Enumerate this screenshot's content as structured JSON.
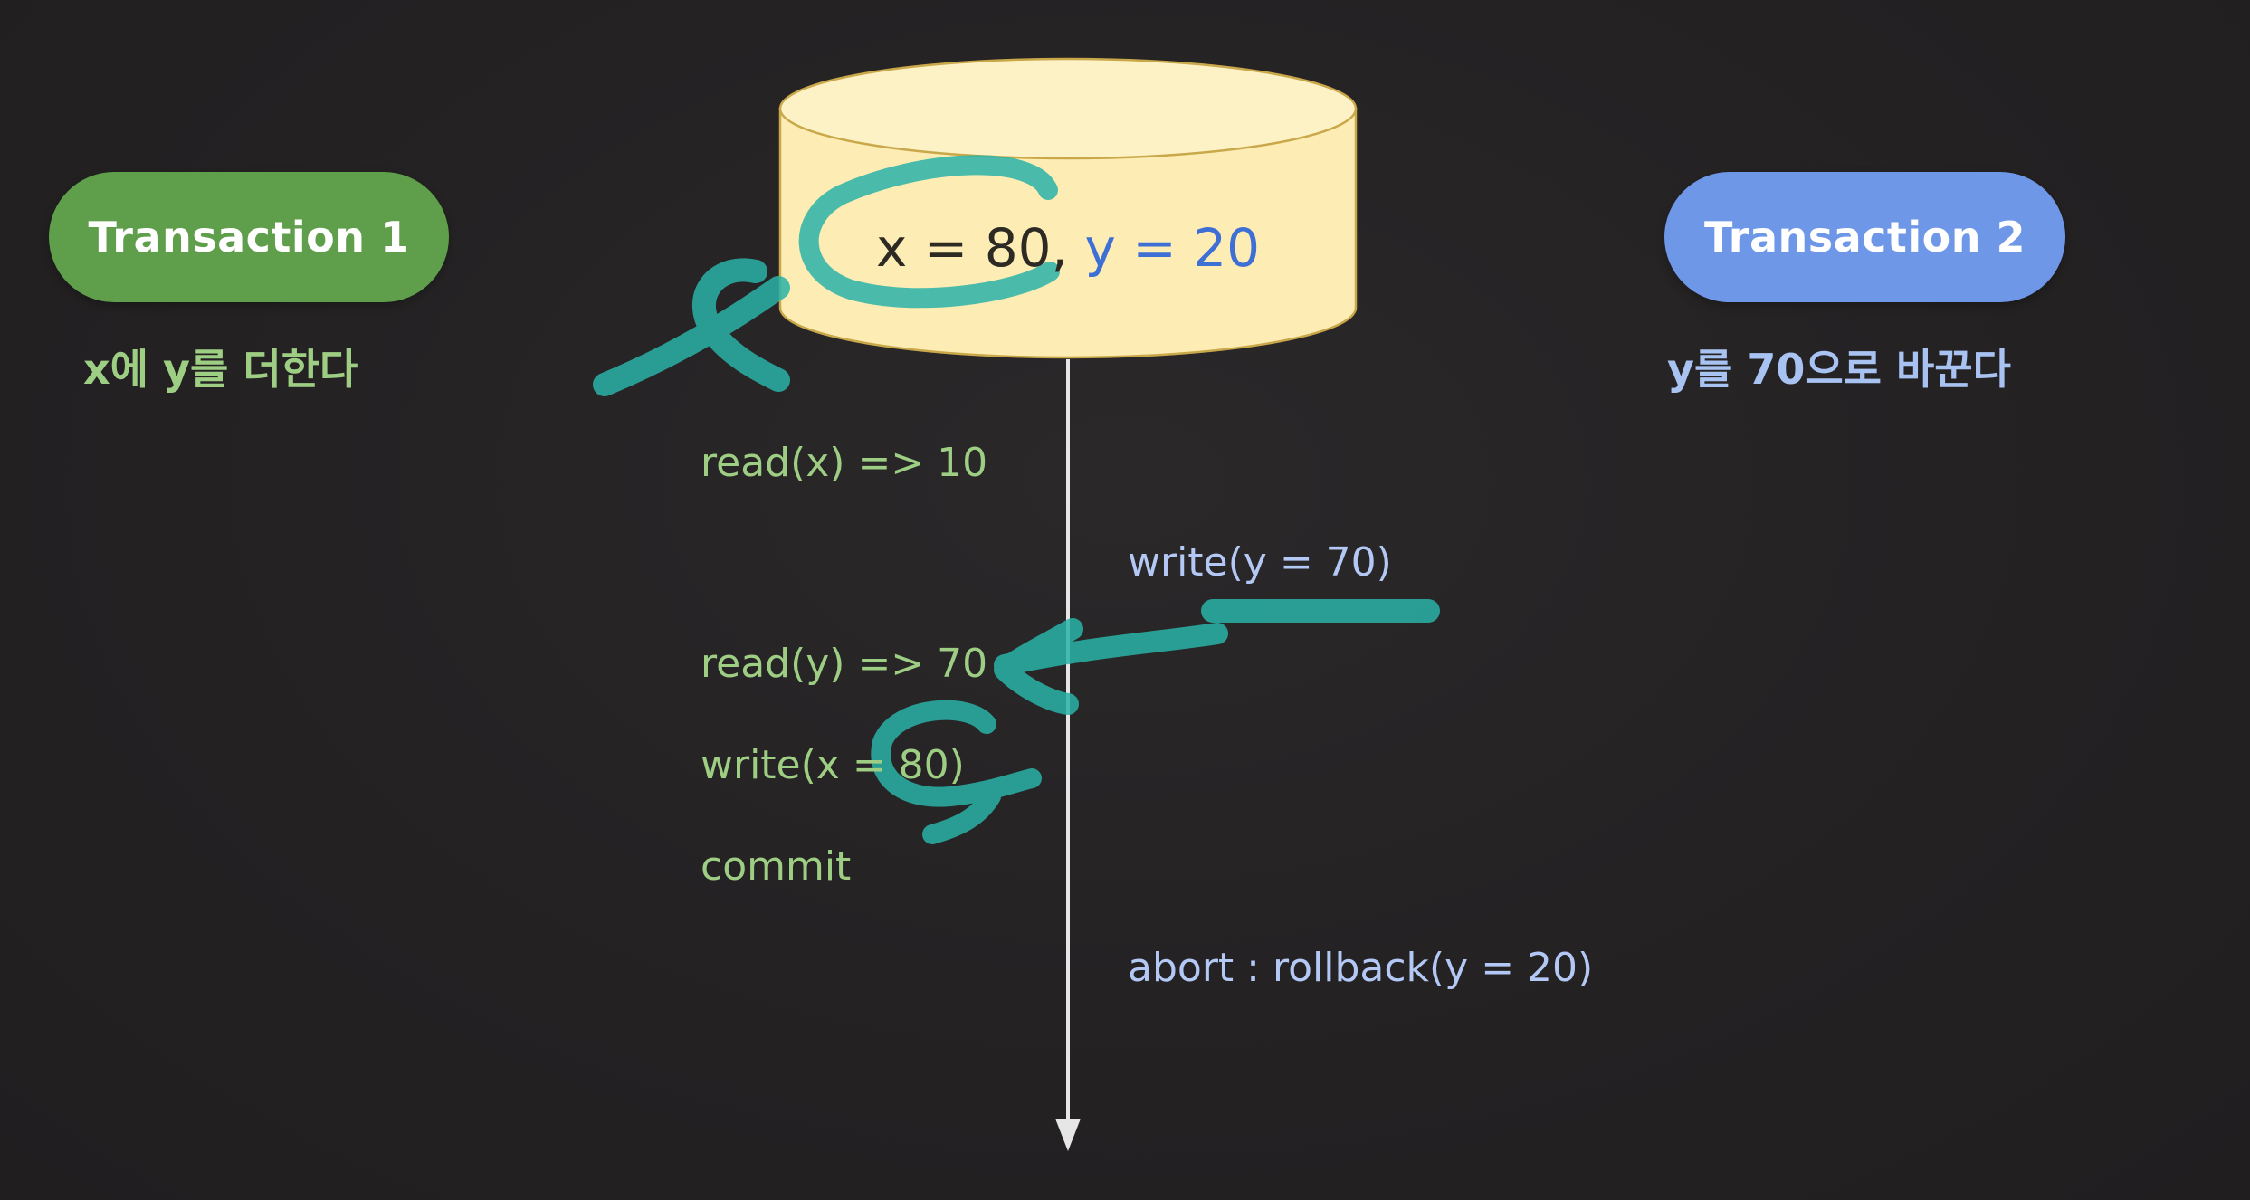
{
  "database": {
    "x_text": "x = 80,",
    "y_text": "y = 20"
  },
  "transaction1": {
    "label": "Transaction 1",
    "description": "x에 y를 더한다",
    "color": "#5f9e4a",
    "operations": [
      "read(x) => 10",
      "read(y) => 70",
      "write(x = 80)",
      "commit"
    ]
  },
  "transaction2": {
    "label": "Transaction 2",
    "description": "y를 70으로 바꾼다",
    "color": "#6f97e8",
    "operations": [
      "write(y = 70)",
      "abort : rollback(y = 20)"
    ]
  },
  "annotation_color": "#2ab3a8"
}
